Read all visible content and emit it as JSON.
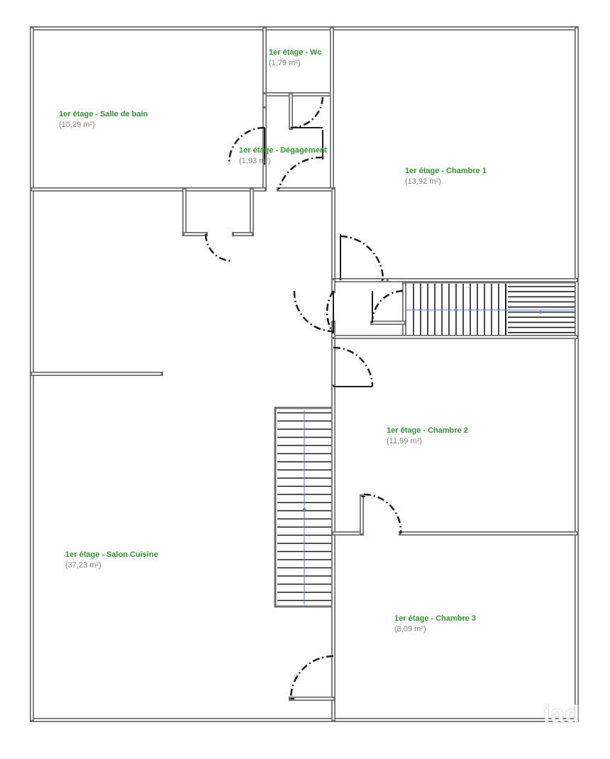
{
  "colors": {
    "wall": "#6e6e6e",
    "wall_fill": "#ffffff",
    "room_name": "#2e9a2e",
    "room_area": "#808080",
    "door_swing": "#1a1a1a",
    "stair_line": "#1a1a1a",
    "stair_axis": "#5a7fd6"
  },
  "rooms": {
    "wc": {
      "name": "1er étage - Wc",
      "area": "(1,79 m²)"
    },
    "salle_de_bain": {
      "name": "1er étage - Salle de bain",
      "area": "(10,29 m²)"
    },
    "degagement": {
      "name": "1er étage - Dégagement",
      "area": "(1,93 m²)"
    },
    "chambre_1": {
      "name": "1er étage - Chambre 1",
      "area": "(13,92 m²)"
    },
    "chambre_2": {
      "name": "1er étage - Chambre 2",
      "area": "(11,59 m²)"
    },
    "chambre_3": {
      "name": "1er étage - Chambre 3",
      "area": "(8,09 m²)"
    },
    "salon_cuisine": {
      "name": "1er étage - Salon Cuisine",
      "area": "(37,23 m²)"
    }
  },
  "watermark": "iad"
}
